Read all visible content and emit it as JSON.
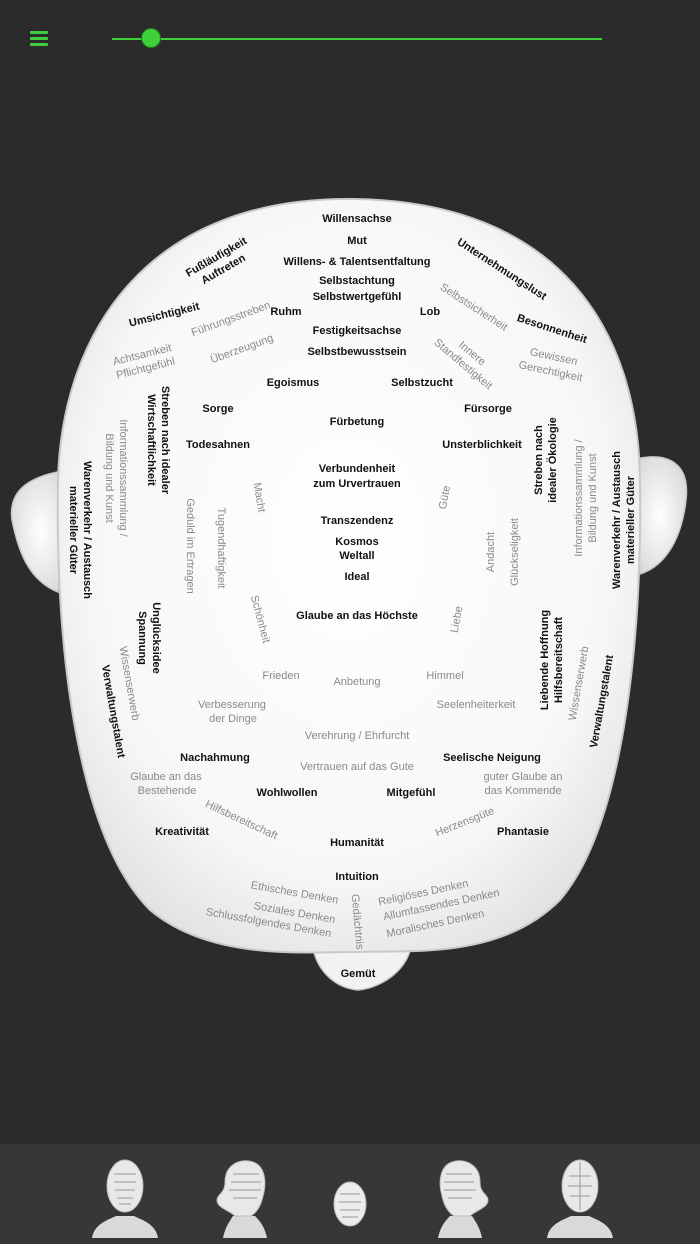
{
  "toolbar": {
    "menu_icon": "hamburger-icon",
    "zoom_level": 0.08,
    "accent_color": "#3ecf3a"
  },
  "labels": {
    "willensachse": "Willensachse",
    "mut": "Mut",
    "willens_talent": "Willens- & Talentsentfaltung",
    "selbstachtung": "Selbstachtung",
    "selbstwertgefuehl": "Selbstwertgefühl",
    "fusslaeufigkeit": "Fußläufigkeit",
    "auftreten": "Auftreten",
    "unternehmungslust": "Unternehmungslust",
    "umsichtigkeit": "Umsichtigkeit",
    "fuehrungsstreben": "Führungsstreben",
    "ruhm": "Ruhm",
    "lob": "Lob",
    "selbstsicherheit": "Selbstsicherheit",
    "besonnenheit": "Besonnenheit",
    "achtsamkeit": "Achtsamkeit",
    "pflichtgefuehl": "Pflichtgefühl",
    "ueberzeugung": "Überzeugung",
    "festigkeitsachse": "Festigkeitsachse",
    "innere": "Innere",
    "standfestigkeit": "Standfestigkeit",
    "gewissen": "Gewissen",
    "gerechtigkeit": "Gerechtigkeit",
    "selbstbewusstsein": "Selbstbewusstsein",
    "egoismus": "Egoismus",
    "selbstzucht": "Selbstzucht",
    "sorge": "Sorge",
    "fuersorge": "Fürsorge",
    "fuerbetung": "Fürbetung",
    "todesahnen": "Todesahnen",
    "unsterblichkeit": "Unsterblichkeit",
    "streben_wirt_1": "Streben nach idealer",
    "streben_wirt_2": "Wirtschaftlichkeit",
    "streben_oeko_1": "Streben nach",
    "streben_oeko_2": "idealer Ökologie",
    "info_bildung_1": "Informationssammlung /",
    "info_bildung_2": "Bildung und Kunst",
    "warenverkehr_1": "Warenverkehr / Austausch",
    "warenverkehr_2": "materieller Güter",
    "verbundenheit": "Verbundenheit",
    "urvertrauen": "zum Urvertrauen",
    "macht": "Macht",
    "guete": "Güte",
    "geduld": "Geduld im Ertragen",
    "tugendhaftigkeit": "Tugendhaftigkeit",
    "transzendenz": "Transzendenz",
    "kosmos": "Kosmos",
    "weltall": "Weltall",
    "ideal": "Ideal",
    "andacht": "Andacht",
    "glueckseligkeit": "Glückseligkeit",
    "glaube_hoechste": "Glaube an das Höchste",
    "schoenheit": "Schönheit",
    "liebe": "Liebe",
    "unglueck_1": "Unglücksidee",
    "unglueck_2": "Spannung",
    "hoffnung_1": "Liebende Hoffnung",
    "hoffnung_2": "Hilfsbereitschaft",
    "frieden": "Frieden",
    "anbetung": "Anbetung",
    "himmel": "Himmel",
    "wissenserwerb": "Wissenserwerb",
    "verbesserung_1": "Verbesserung",
    "verbesserung_2": "der Dinge",
    "seelenheiterkeit": "Seelenheiterkeit",
    "verwaltungstalent": "Verwaltungstalent",
    "verehrung": "Verehrung / Ehrfurcht",
    "nachahmung": "Nachahmung",
    "seelische_neigung": "Seelische Neigung",
    "vertrauen_gute": "Vertrauen auf das Gute",
    "glaube_bestehende_1": "Glaube an das",
    "glaube_bestehende_2": "Bestehende",
    "guter_glaube_1": "guter Glaube an",
    "guter_glaube_2": "das Kommende",
    "wohlwollen": "Wohlwollen",
    "mitgefuehl": "Mitgefühl",
    "hilfsbereitschaft": "Hilfsbereitschaft",
    "herzensguete": "Herzensgüte",
    "kreativitaet": "Kreativität",
    "phantasie": "Phantasie",
    "humanitaet": "Humanität",
    "intuition": "Intuition",
    "ethisches": "Ethisches Denken",
    "soziales": "Soziales Denken",
    "schlussfolgendes": "Schlussfolgendes Denken",
    "gedaechtnis": "Gedächtnis",
    "religioeses": "Religiöses Denken",
    "allumfassendes": "Allumfassendes Denken",
    "moralisches": "Moralisches Denken",
    "gemuet": "Gemüt"
  },
  "bottom_nav": [
    {
      "name": "head-front-view-thumbnail",
      "icon": "head-front-icon"
    },
    {
      "name": "head-right-profile-thumbnail",
      "icon": "head-profile-right-icon"
    },
    {
      "name": "head-top-view-thumbnail",
      "icon": "head-top-icon"
    },
    {
      "name": "head-left-profile-thumbnail",
      "icon": "head-profile-left-icon"
    },
    {
      "name": "head-back-view-thumbnail",
      "icon": "head-back-icon"
    }
  ]
}
